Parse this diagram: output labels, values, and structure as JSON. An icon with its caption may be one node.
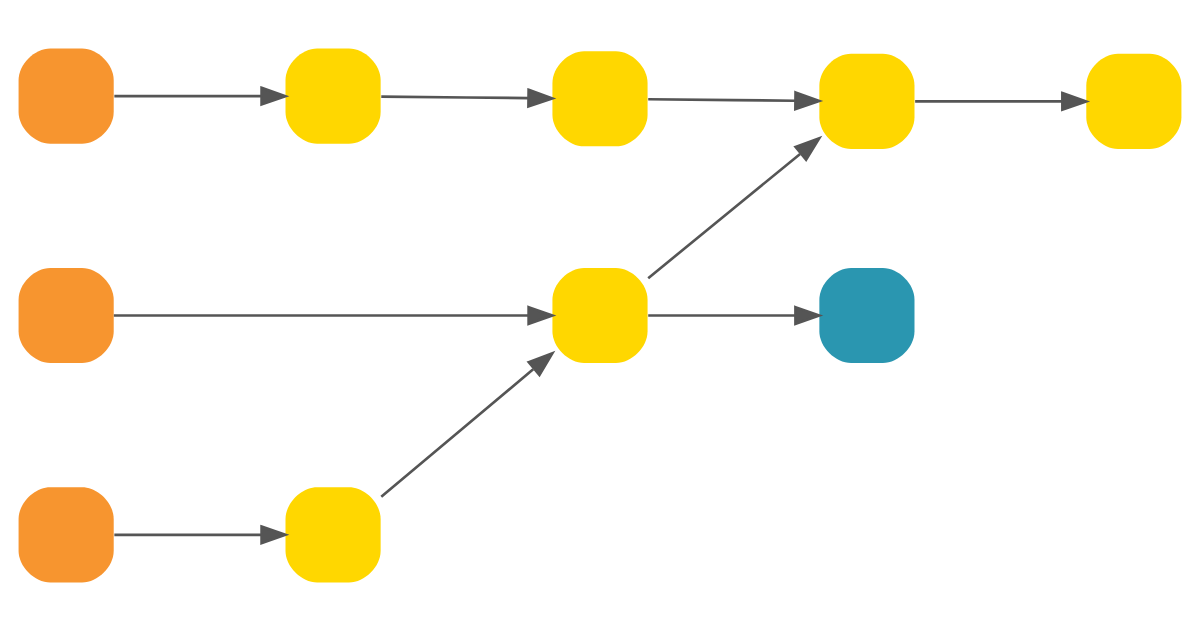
{
  "diagram": {
    "nodes": [
      {
        "text": [],
        "shape": "box"
      },
      {
        "text": [],
        "shape": "box"
      },
      {
        "text": [],
        "shape": "box"
      },
      {
        "text": [],
        "shape": "box"
      },
      {
        "text": [],
        "shape": "box"
      },
      {
        "text": [],
        "shape": "box"
      },
      {
        "text": [],
        "shape": "box"
      },
      {
        "text": [],
        "shape": "box"
      },
      {
        "text": [],
        "shape": "box"
      },
      {
        "text": [],
        "shape": "box"
      }
    ],
    "edges": [
      {
        "from": 0,
        "to": 1,
        "arrow": "to"
      },
      {
        "from": 1,
        "to": 2,
        "arrow": "to"
      },
      {
        "from": 2,
        "to": 3,
        "arrow": "to"
      },
      {
        "from": 6,
        "to": 3,
        "arrow": "to"
      },
      {
        "from": 3,
        "to": 4,
        "arrow": "to"
      },
      {
        "from": 5,
        "to": 6,
        "arrow": "to"
      },
      {
        "from": 7,
        "to": 8,
        "arrow": "to"
      },
      {
        "from": 8,
        "to": 6,
        "arrow": "to"
      },
      {
        "from": 6,
        "to": 9,
        "arrow": "to"
      }
    ]
  }
}
